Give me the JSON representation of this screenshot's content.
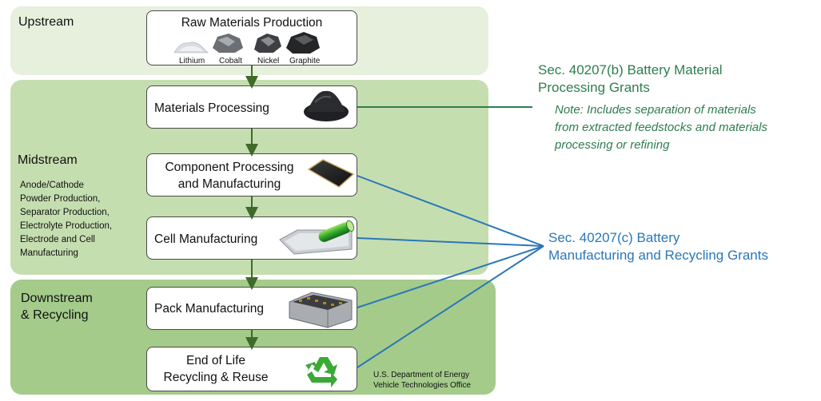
{
  "stages": {
    "upstream": "Upstream",
    "midstream": "Midstream",
    "midstream_desc": [
      "Anode/Cathode",
      "Powder Production,",
      "Separator Production,",
      "Electrolyte Production,",
      "Electrode and Cell",
      "Manufacturing"
    ],
    "downstream_line1": "Downstream",
    "downstream_line2": "& Recycling"
  },
  "boxes": {
    "raw_materials": {
      "title": "Raw Materials Production",
      "minerals": [
        "Lithium",
        "Cobalt",
        "Nickel",
        "Graphite"
      ]
    },
    "materials_processing": "Materials Processing",
    "component_line1": "Component  Processing",
    "component_line2": "and Manufacturing",
    "cell_manufacturing": "Cell Manufacturing",
    "pack_manufacturing": "Pack Manufacturing",
    "eol_line1": "End of Life",
    "eol_line2": "Recycling & Reuse"
  },
  "grants": {
    "b_line1": "Sec. 40207(b) Battery Material",
    "b_line2": "Processing Grants",
    "b_note": [
      "Note: Includes separation of materials",
      "from extracted feedstocks and materials",
      "processing or refining"
    ],
    "c_line1": "Sec. 40207(c) Battery",
    "c_line2": "Manufacturing and Recycling Grants"
  },
  "footer": {
    "line1": "U.S. Department of Energy",
    "line2": "Vehicle Technologies Office"
  },
  "colors": {
    "green_connector": "#2e7d4f",
    "blue_connector": "#2a77b8",
    "flow_arrow": "#3f6b2a"
  },
  "icons": [
    "lithium-icon",
    "cobalt-icon",
    "nickel-icon",
    "graphite-icon",
    "powder-icon",
    "component-sheet-icon",
    "battery-cell-icon",
    "battery-pack-icon",
    "recycle-icon"
  ]
}
